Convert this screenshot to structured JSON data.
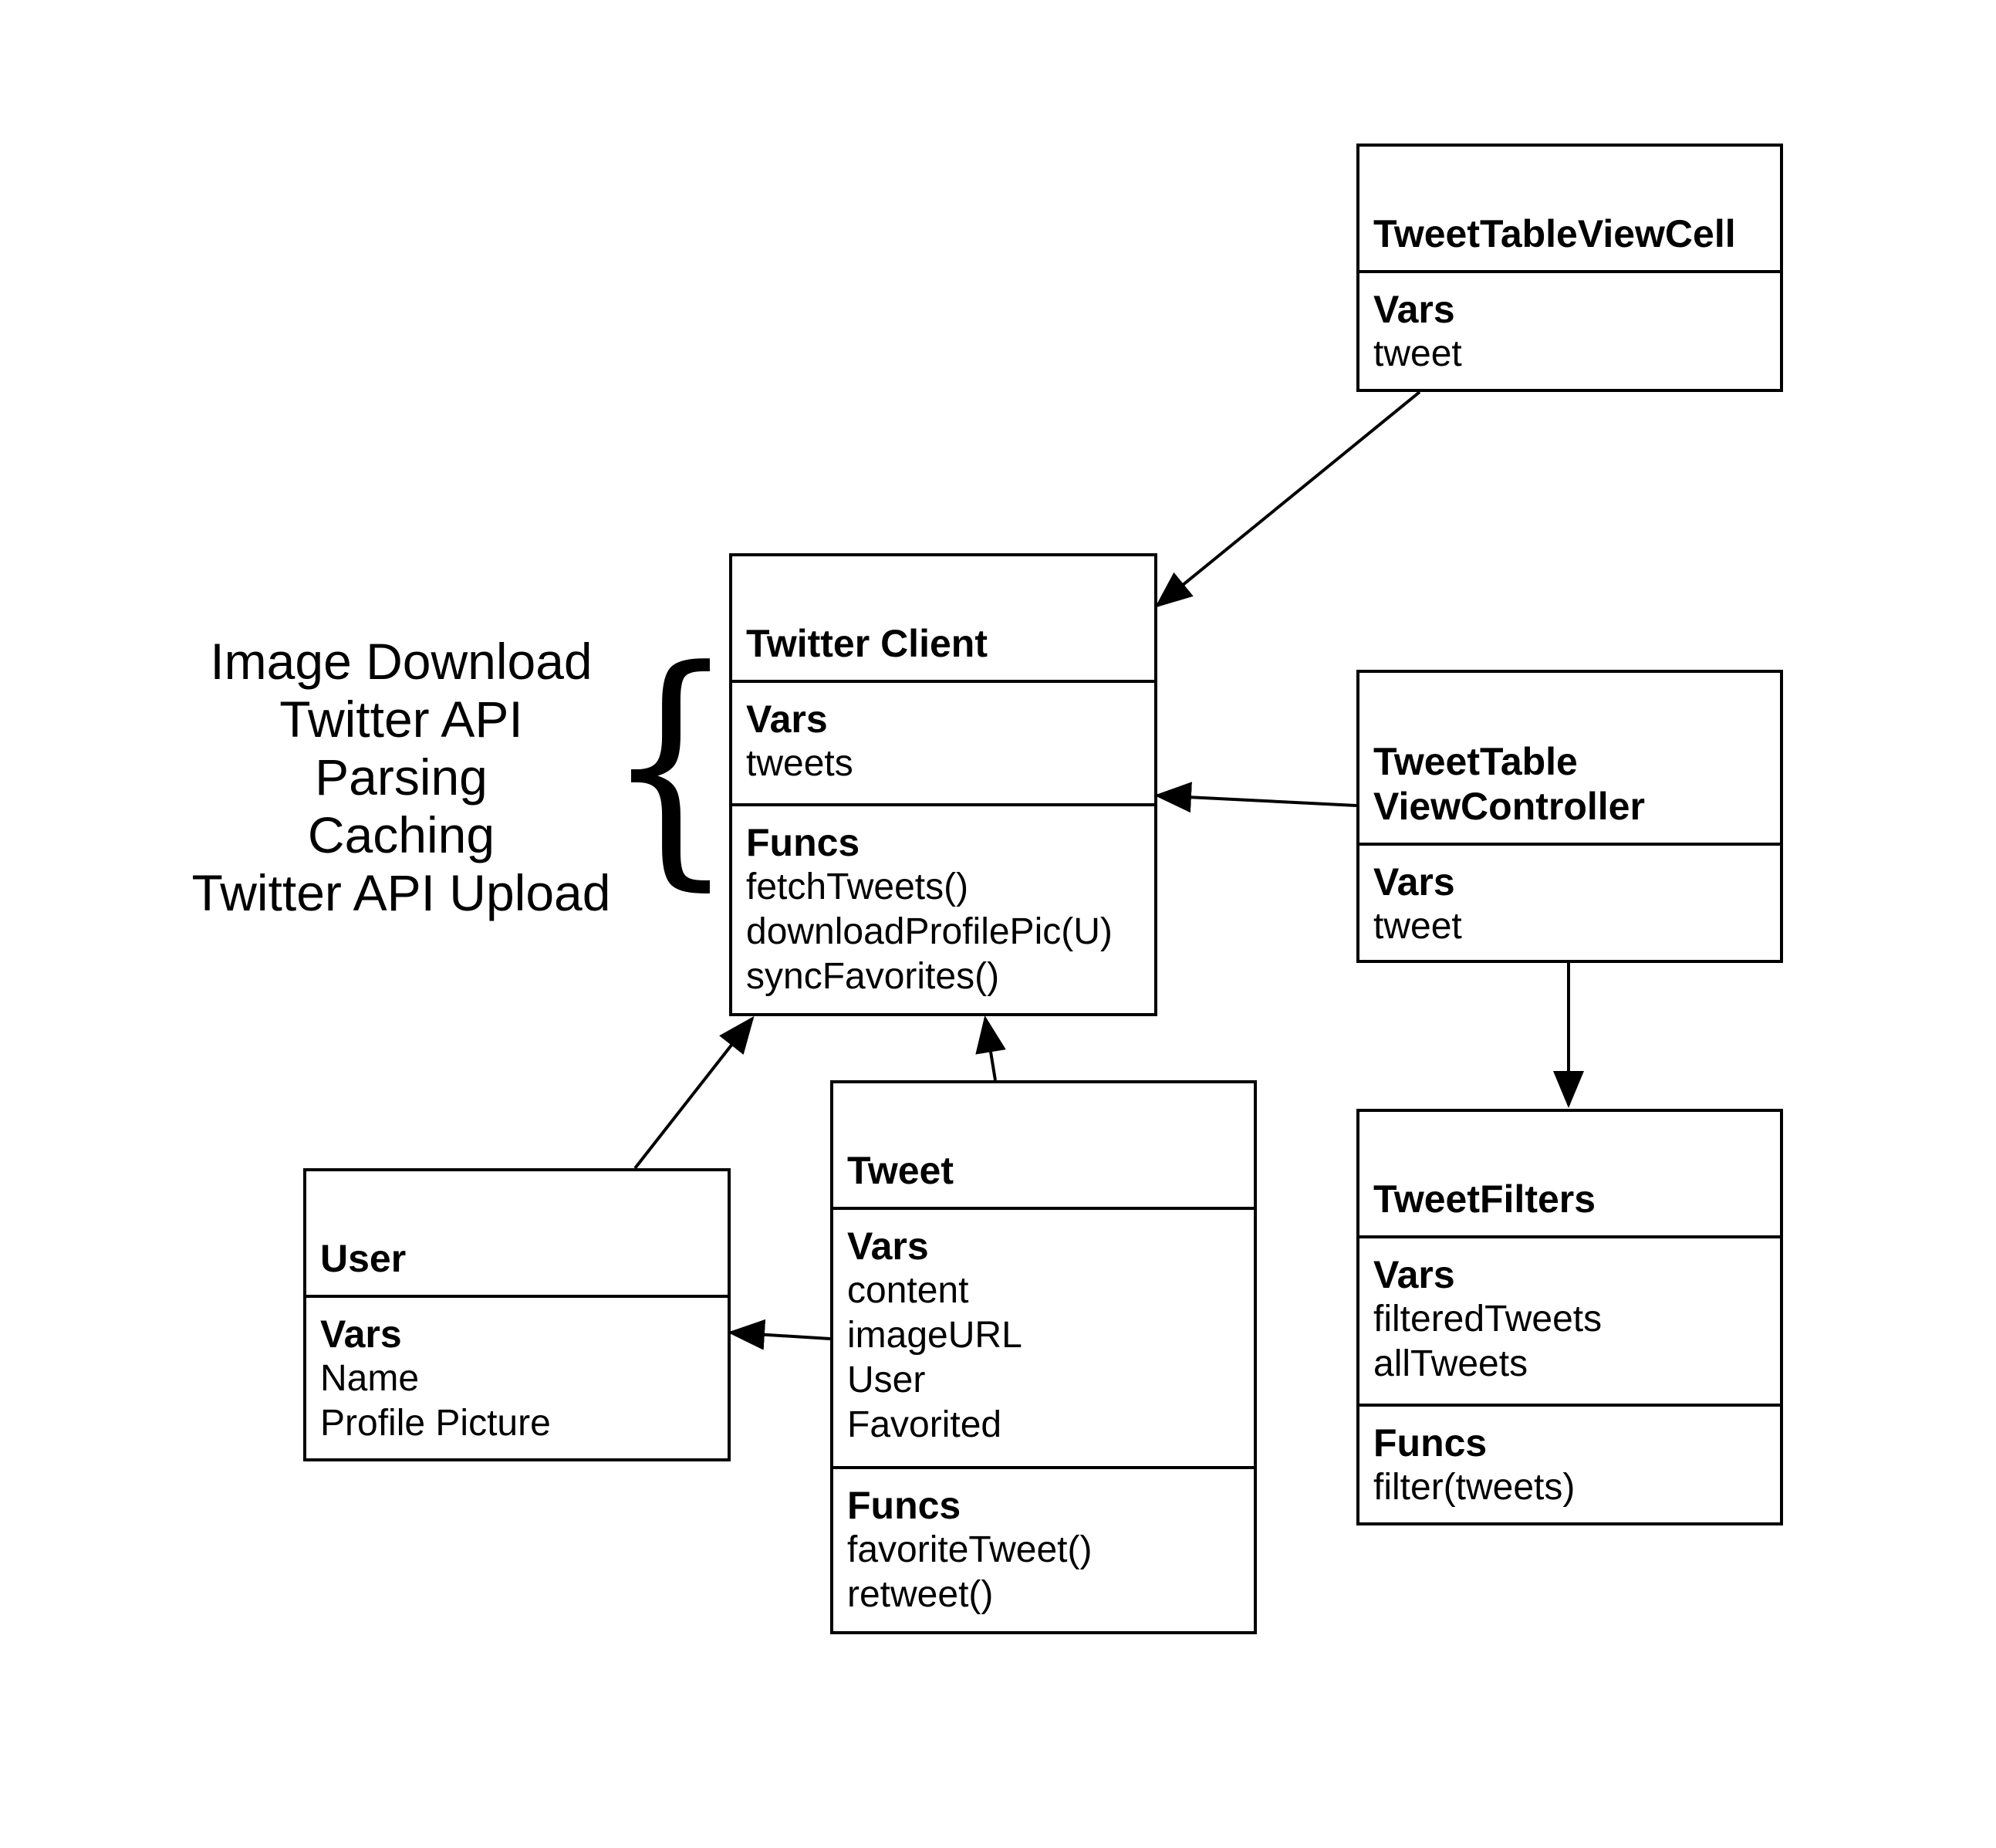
{
  "classes": {
    "tweet_table_view_cell": {
      "name": "TweetTableViewCell",
      "vars_heading": "Vars",
      "vars": [
        "tweet"
      ]
    },
    "twitter_client": {
      "name": "Twitter Client",
      "vars_heading": "Vars",
      "vars": [
        "tweets"
      ],
      "funcs_heading": "Funcs",
      "funcs": [
        "fetchTweets()",
        "downloadProfilePic(U)",
        "syncFavorites()"
      ]
    },
    "tweet_table_view_controller": {
      "name_line1": "TweetTable",
      "name_line2": "ViewController",
      "vars_heading": "Vars",
      "vars": [
        "tweet"
      ]
    },
    "user": {
      "name": "User",
      "vars_heading": "Vars",
      "vars": [
        "Name",
        "Profile Picture"
      ]
    },
    "tweet": {
      "name": "Tweet",
      "vars_heading": "Vars",
      "vars": [
        "content",
        "imageURL",
        "User",
        "Favorited"
      ],
      "funcs_heading": "Funcs",
      "funcs": [
        "favoriteTweet()",
        "retweet()"
      ]
    },
    "tweet_filters": {
      "name": "TweetFilters",
      "vars_heading": "Vars",
      "vars": [
        "filteredTweets",
        "allTweets"
      ],
      "funcs_heading": "Funcs",
      "funcs": [
        "filter(tweets)"
      ]
    }
  },
  "responsibilities": [
    "Image Download",
    "Twitter API",
    "Parsing",
    "Caching",
    "Twitter API Upload"
  ],
  "brace": "{",
  "edges": [
    {
      "from": "TweetTableViewCell",
      "to": "Twitter Client"
    },
    {
      "from": "TweetTableViewController",
      "to": "Twitter Client"
    },
    {
      "from": "TweetTableViewController",
      "to": "TweetFilters"
    },
    {
      "from": "User",
      "to": "Twitter Client"
    },
    {
      "from": "Tweet",
      "to": "Twitter Client"
    },
    {
      "from": "Tweet",
      "to": "User"
    }
  ],
  "colors": {
    "line": "#000000",
    "background": "#ffffff"
  }
}
